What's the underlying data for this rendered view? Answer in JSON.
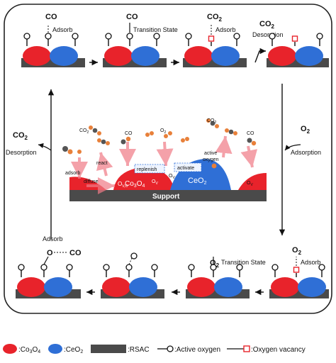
{
  "top": {
    "step1": {
      "molecule": "CO",
      "label": "Adsorb"
    },
    "step2": {
      "molecule": "CO",
      "label": "Transition State"
    },
    "step3": {
      "molecule": "CO",
      "molecule_sub": "2",
      "label": "Adsorb"
    },
    "step4": {
      "molecule": "CO",
      "molecule_sub": "2",
      "label": "Desorption"
    }
  },
  "right_side": {
    "molecule": "O",
    "molecule_sub": "2",
    "label": "Adsorption"
  },
  "left_side": {
    "molecule": "CO",
    "molecule_sub": "2",
    "label": "Desorption"
  },
  "center": {
    "labels": {
      "co2_left": "CO",
      "co2_left_sub": "2",
      "co": "CO",
      "o2": "O",
      "o2_sub": "2",
      "adsorb": "adsorb",
      "diffuse": "diffuse",
      "react": "react",
      "replenish": "replenish",
      "activate": "activate",
      "active_oxygen_1": "active",
      "active_oxygen_2": "oxygen",
      "co2_right": "CO",
      "co2_right_sub": "2",
      "co_right": "CO",
      "ovo_main": "O",
      "ovo_sub": "V,O",
      "ov": "O",
      "ov_sub": "V",
      "co3o4": "Co",
      "co3o4_sub1": "3",
      "co3o4_mid": "O",
      "co3o4_sub2": "4",
      "ceo2": "CeO",
      "ceo2_sub": "2",
      "support": "Support"
    }
  },
  "bottom": {
    "step1": {
      "label_top": "Adsorb",
      "label_o": "O",
      "label_co": "CO"
    },
    "step3": {
      "molecule": "O",
      "molecule_sub": "2",
      "label": "Transition State"
    },
    "step4": {
      "molecule": "O",
      "molecule_sub": "2",
      "label": "Adsorb"
    }
  },
  "legend": {
    "co3o4_label": ":Co",
    "co3o4_sub1": "3",
    "co3o4_mid": "O",
    "co3o4_sub2": "4",
    "ceo2_label": ":CeO",
    "ceo2_sub": "2",
    "rsac_label": ":RSAC",
    "active_oxygen_label": ":Active oxygen",
    "vacancy_label": ":Oxygen vacancy"
  },
  "colors": {
    "co3o4": "#e8232b",
    "ceo2": "#2f6fd6",
    "rsac": "#4a4a4a",
    "vacancy": "#e8232b",
    "arrow_pink": "#f0a0a8",
    "carbon": "#555555",
    "oxygen": "#e8803a"
  }
}
